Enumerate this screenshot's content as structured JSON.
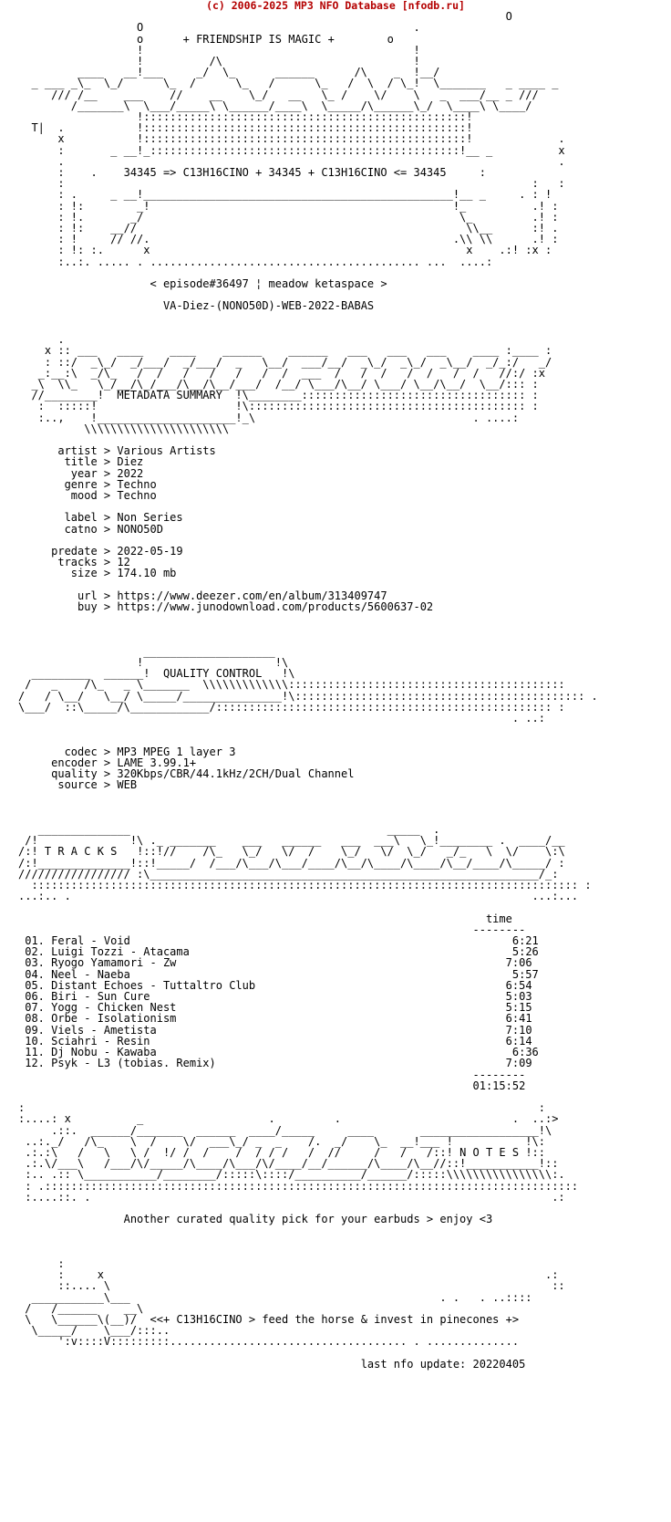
{
  "header": {
    "text": "(c) 2006-2025 MP3 NFO Database [nfodb.ru]",
    "color": "#b40000"
  },
  "nfo": {
    "title_line": "+ FRIENDSHIP IS MAGIC +",
    "equation": "34345 => C13H16CINO + 34345 + C13H16CINO <= 34345",
    "episode": "< episode#36497 ¦ meadow ketaspace >",
    "release": "VA-Diez-(NONO50D)-WEB-2022-BABAS",
    "metadata_heading": "METADATA SUMMARY",
    "metadata": {
      "artist": "artist > Various Artists",
      "title": "title > Diez",
      "year": "year > 2022",
      "genre": "genre > Techno",
      "mood": "mood > Techno",
      "label": "label > Non Series",
      "catno": "catno > NONO50D",
      "predate": "predate > 2022-05-19",
      "tracks": "tracks > 12",
      "size": "size > 174.10 mb",
      "url": "url > https://www.deezer.com/en/album/313409747",
      "buy": "buy > https://www.junodownload.com/products/5600637-02"
    },
    "quality_heading": "QUALITY CONTROL",
    "quality": {
      "codec": "codec > MP3 MPEG 1 layer 3",
      "encoder": "encoder > LAME 3.99.1+",
      "quality": "quality > 320Kbps/CBR/44.1kHz/2CH/Dual Channel",
      "source": "source > WEB"
    },
    "tracks_heading": "T R A C K S",
    "time_label": "time",
    "tracklist": [
      {
        "title": "01. Feral - Void",
        "time": "6:21"
      },
      {
        "title": "02. Luigi Tozzi - Atacama",
        "time": "5:26"
      },
      {
        "title": "03. Ryogo Yamamori - Zw",
        "time": "7:06"
      },
      {
        "title": "04. Neel - Naeba",
        "time": "5:57"
      },
      {
        "title": "05. Distant Echoes - Tuttaltro Club",
        "time": "6:54"
      },
      {
        "title": "06. Biri - Sun Cure",
        "time": "5:03"
      },
      {
        "title": "07. Yogg - Chicken Nest",
        "time": "5:15"
      },
      {
        "title": "08. Orbe - Isolationism",
        "time": "6:41"
      },
      {
        "title": "09. Viels - Ametista",
        "time": "7:10"
      },
      {
        "title": "10. Sciahri - Resin",
        "time": "6:14"
      },
      {
        "title": "11. Dj Nobu - Kawaba",
        "time": "6:36"
      },
      {
        "title": "12. Psyk - L3 (tobias. Remix)",
        "time": "7:09"
      }
    ],
    "total_time": "01:15:52",
    "notes_heading": "N O T E S",
    "notes_text": "Another curated quality pick for your earbuds > enjoy <3",
    "footer_slogan": "<<+ C13H16CINO > feed the horse & invest in pinecones +>",
    "last_update": "last nfo update: 20220405"
  }
}
